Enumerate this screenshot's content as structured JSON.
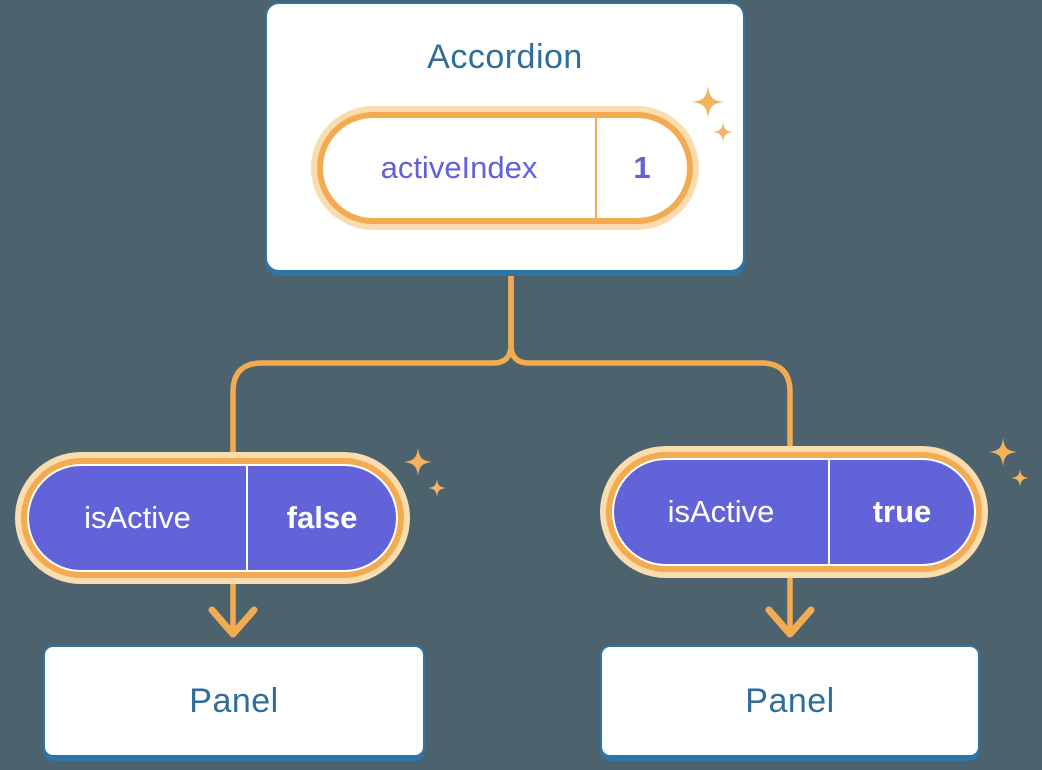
{
  "colors": {
    "background": "#4c636d",
    "accent_orange": "#f3ab52",
    "glow_orange": "#fadcae",
    "sparkle_orange": "#f5b261",
    "purple_fill": "#6263d8",
    "blue_border": "#2e74a5",
    "blue_text": "#2f6e98",
    "purple_text": "#6062db",
    "pill_text_white": "#ffffff"
  },
  "icons": {
    "sparkle": "sparkle-icon",
    "arrow_down": "arrow-down-icon"
  },
  "accordion": {
    "title": "Accordion",
    "state_pill": {
      "name": "activeIndex",
      "value": "1"
    }
  },
  "children": [
    {
      "state_pill": {
        "name": "isActive",
        "value": "false"
      },
      "panel_label": "Panel"
    },
    {
      "state_pill": {
        "name": "isActive",
        "value": "true"
      },
      "panel_label": "Panel"
    }
  ]
}
